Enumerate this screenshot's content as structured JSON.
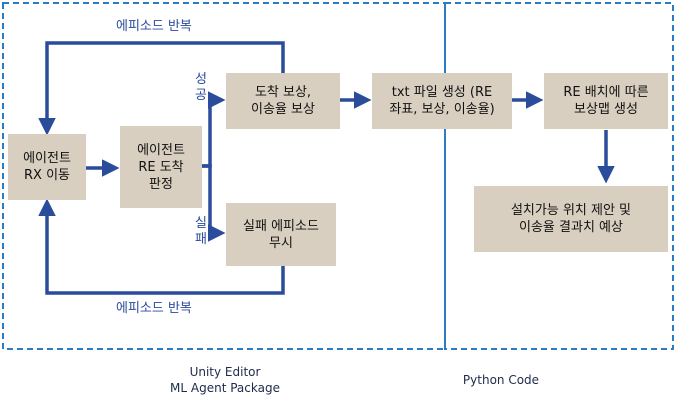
{
  "regions": {
    "unity": {
      "line1": "Unity Editor",
      "line2": "ML Agent Package"
    },
    "python": {
      "line1": "Python Code"
    }
  },
  "nodes": {
    "agent_move": [
      "에이전트",
      "RX 이동"
    ],
    "re_check": [
      "에이전트",
      "RE 도착",
      "판정"
    ],
    "arrival_reward": [
      "도착 보상,",
      "이송율 보상"
    ],
    "fail_ignore": [
      "실패 에피소드",
      "무시"
    ],
    "txt_file": [
      "txt 파일 생성 (RE",
      "좌표, 보상, 이송율)"
    ],
    "reward_map": [
      "RE 배치에 따른",
      "보상맵 생성"
    ],
    "predict": [
      "설치가능 위치 제안 및",
      "이송율 결과치 예상"
    ]
  },
  "labels": {
    "episode_repeat_top": "에피소드 반복",
    "episode_repeat_bottom": "에피소드 반복",
    "success": [
      "성",
      "공"
    ],
    "failure": [
      "실",
      "패"
    ]
  },
  "colors": {
    "arrow": "#2b4c9b",
    "box": "#d9cfc0",
    "border": "#2a7dc4"
  }
}
